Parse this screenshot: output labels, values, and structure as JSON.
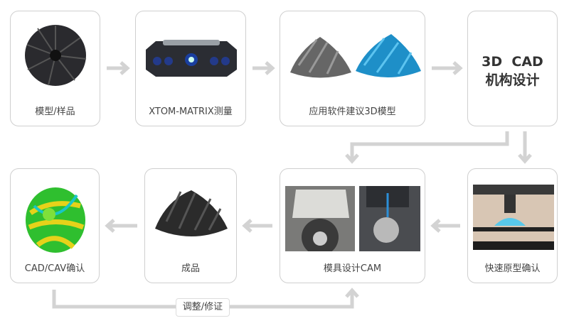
{
  "steps": {
    "model": "模型/样品",
    "measure": "XTOM-MATRIX测量",
    "reverse": "应用软件建议3D模型",
    "cad_line1": "3D  CAD",
    "cad_line2": "机构设计",
    "prototype": "快速原型确认",
    "cam": "模具设计CAM",
    "product": "成品",
    "verify": "CAD/CAV确认"
  },
  "feedback_label": "调整/修证",
  "colors": {
    "arrow": "#d0d0d0",
    "border": "#cfcfcf",
    "text": "#444444"
  }
}
